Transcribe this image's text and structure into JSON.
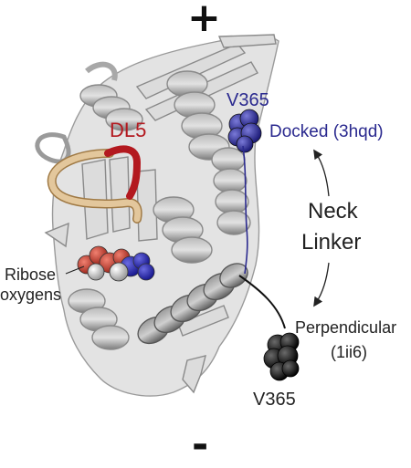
{
  "labels": {
    "plus": "+",
    "minus": "-",
    "dl5": "DL5",
    "v365_top": "V365",
    "docked": "Docked (3hqd)",
    "neck_linker_1": "Neck",
    "neck_linker_2": "Linker",
    "ribose_1": "Ribose",
    "ribose_2": "oxygens",
    "perpendicular_1": "Perpendicular",
    "perpendicular_2": "(1ii6)",
    "v365_bottom": "V365"
  },
  "colors": {
    "protein": "#d9d9d9",
    "protein_edge": "#8a8a8a",
    "helix_dark": "#8f8f8f",
    "dl5_red": "#b3191f",
    "dl5_tan": "#d9b98a",
    "docked_blue": "#2b2a8f",
    "perpendicular_black": "#111111",
    "text": "#222222"
  }
}
